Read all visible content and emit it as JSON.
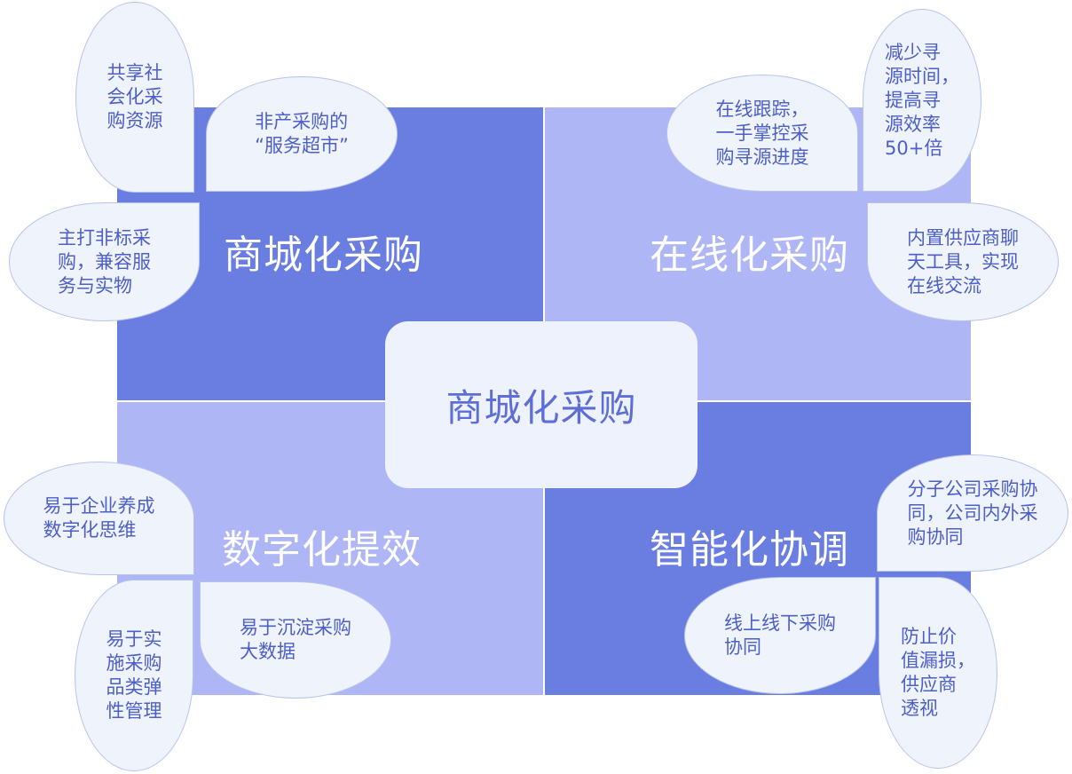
{
  "center": {
    "label": "商城化采购"
  },
  "quadrants": {
    "top_left": {
      "title": "商城化采购",
      "color": "#6a7ee2"
    },
    "top_right": {
      "title": "在线化采购",
      "color": "#afb6f6"
    },
    "bottom_left": {
      "title": "数字化提效",
      "color": "#afb6f6"
    },
    "bottom_right": {
      "title": "智能化协调",
      "color": "#6a7ee2"
    }
  },
  "petals": [
    {
      "text": "共享社\n会化采\n购资源"
    },
    {
      "text": "非产采购的\n“服务超市”"
    },
    {
      "text": "主打非标采\n购，兼容服\n务与实物"
    },
    {
      "text": "在线跟踪，\n一手掌控采\n购寻源进度"
    },
    {
      "text": "减少寻\n源时间，\n提高寻\n源效率\n50+倍"
    },
    {
      "text": "内置供应商聊\n天工具，实现\n在线交流"
    },
    {
      "text": "易于企业养成\n数字化思维"
    },
    {
      "text": "易于实\n施采购\n品类弹\n性管理"
    },
    {
      "text": "易于沉淀采购\n大数据"
    },
    {
      "text": "分子公司采购协\n同，公司内外采\n购协同"
    },
    {
      "text": "线上线下采购\n协同"
    },
    {
      "text": "防止价\n值漏损，\n供应商\n透视"
    }
  ],
  "colors": {
    "petal_fill": "#eef3fc",
    "petal_text": "#4d5fc8",
    "center_fill": "#eef2fc"
  }
}
